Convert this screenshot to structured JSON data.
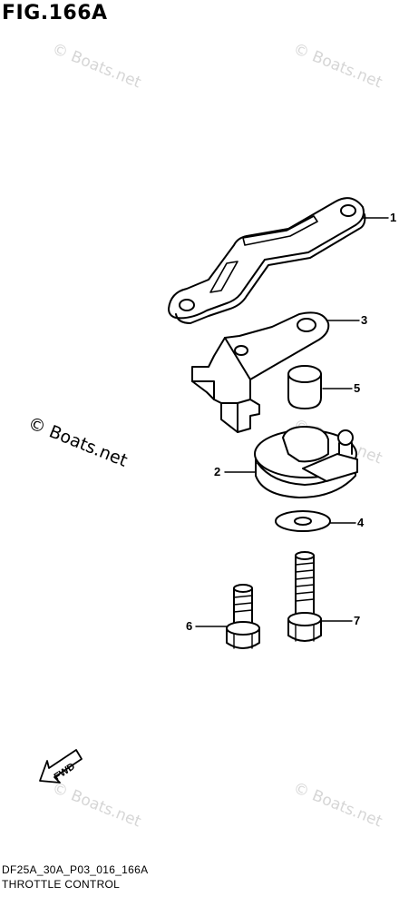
{
  "figure": {
    "title": "FIG.166A",
    "code": "DF25A_30A_P03_016_166A",
    "name": "THROTTLE CONTROL"
  },
  "watermarks": {
    "small_text": "© Boats.net",
    "large_text": "© Boats.net"
  },
  "callouts": [
    "1",
    "3",
    "5",
    "2",
    "4",
    "6",
    "7"
  ],
  "fwd_label": "FWD",
  "colors": {
    "line": "#000000",
    "watermark": "#d6d6d6",
    "background": "#ffffff"
  }
}
